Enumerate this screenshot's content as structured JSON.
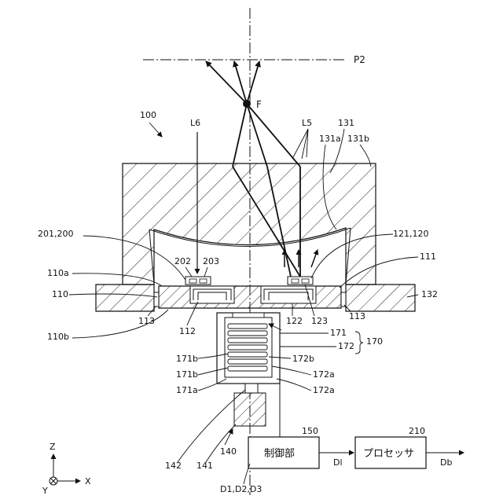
{
  "figure": {
    "device_label": "100",
    "plane_label": "P2",
    "focus_label": "F",
    "light_labels": {
      "l5": "L5",
      "l6": "L6"
    },
    "parts": {
      "p131": "131",
      "p131a": "131a",
      "p131b": "131b",
      "p201": "201,200",
      "p121": "121,120",
      "p110a": "110a",
      "p110": "110",
      "p110b": "110b",
      "p111": "111",
      "p132": "132",
      "p113_left": "113",
      "p113_right": "113",
      "p112": "112",
      "p122": "122",
      "p123": "123",
      "p202": "202",
      "p203": "203",
      "p171": "171",
      "p172": "172",
      "p170": "170",
      "p171b_1": "171b",
      "p171b_2": "171b",
      "p171a": "171a",
      "p172b": "172b",
      "p172a_1": "172a",
      "p172a_2": "172a",
      "p142": "142",
      "p141": "141",
      "p140": "140",
      "p150": "150",
      "p210": "210",
      "signals": "D1,D2,D3",
      "dl": "Dl",
      "db": "Db"
    },
    "boxes": {
      "controller": "制御部",
      "processor": "プロセッサ"
    },
    "axes": {
      "z": "Z",
      "x": "X",
      "y": "Y"
    }
  }
}
